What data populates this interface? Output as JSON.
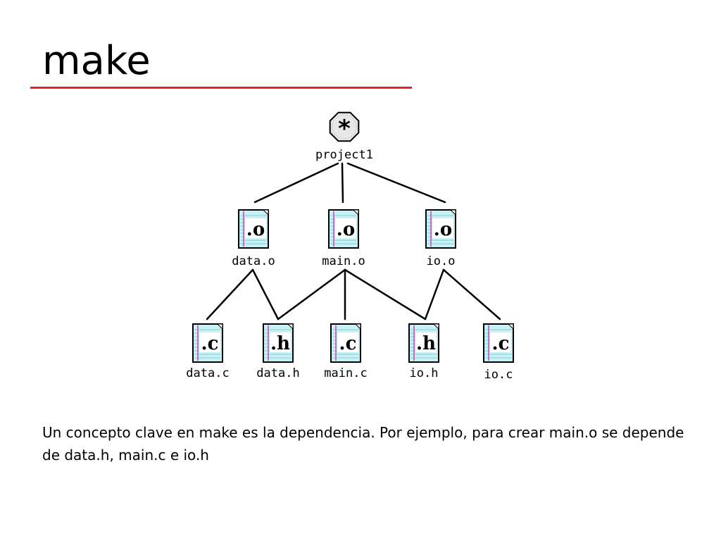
{
  "slide": {
    "title": "make",
    "body": "Un concepto clave en make es la dependencia. Por ejemplo, para crear main.o se depende de data.h, main.c e io.h"
  },
  "colors": {
    "title_rule": "#e8202a",
    "file_paper": "#c6f3f5",
    "file_margin": "#c86ec8",
    "root_fill": "#e8e8e8",
    "edge": "#000000"
  },
  "diagram": {
    "root": {
      "label": "project1",
      "glyph": "*",
      "icon": "make-target-icon"
    },
    "objects": [
      {
        "id": "data_o",
        "label": "data.o",
        "ext": ".o",
        "icon": "object-file-icon"
      },
      {
        "id": "main_o",
        "label": "main.o",
        "ext": ".o",
        "icon": "object-file-icon"
      },
      {
        "id": "io_o",
        "label": "io.o",
        "ext": ".o",
        "icon": "object-file-icon"
      }
    ],
    "sources": [
      {
        "id": "data_c",
        "label": "data.c",
        "ext": ".c",
        "icon": "source-file-icon"
      },
      {
        "id": "data_h",
        "label": "data.h",
        "ext": ".h",
        "icon": "header-file-icon"
      },
      {
        "id": "main_c",
        "label": "main.c",
        "ext": ".c",
        "icon": "source-file-icon"
      },
      {
        "id": "io_h",
        "label": "io.h",
        "ext": ".h",
        "icon": "header-file-icon"
      },
      {
        "id": "io_c",
        "label": "io.c",
        "ext": ".c",
        "icon": "source-file-icon"
      }
    ],
    "edges": [
      {
        "from": "root",
        "to": "data_o"
      },
      {
        "from": "root",
        "to": "main_o"
      },
      {
        "from": "root",
        "to": "io_o"
      },
      {
        "from": "data_o",
        "to": "data_c"
      },
      {
        "from": "data_o",
        "to": "data_h"
      },
      {
        "from": "main_o",
        "to": "data_h"
      },
      {
        "from": "main_o",
        "to": "main_c"
      },
      {
        "from": "main_o",
        "to": "io_h"
      },
      {
        "from": "io_o",
        "to": "io_h"
      },
      {
        "from": "io_o",
        "to": "io_c"
      }
    ]
  }
}
